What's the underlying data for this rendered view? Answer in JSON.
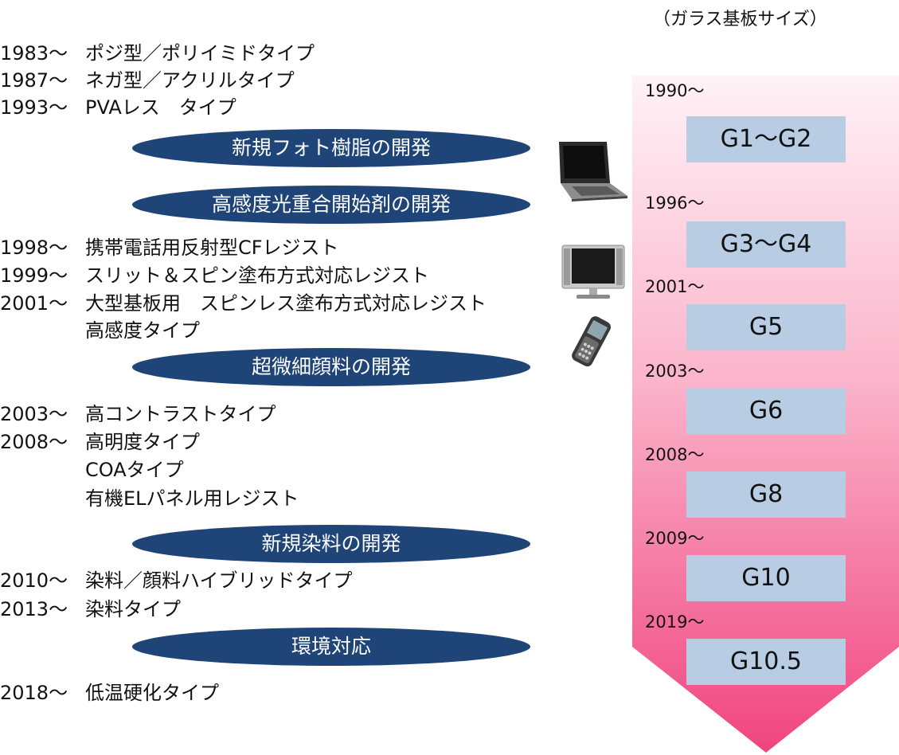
{
  "timeline": [
    {
      "year": "1983～",
      "lines": [
        "ポジ型／ポリイミドタイプ"
      ]
    },
    {
      "year": "1987～",
      "lines": [
        "ネガ型／アクリルタイプ"
      ]
    },
    {
      "year": "1993～",
      "lines": [
        "PVAレス　タイプ"
      ]
    },
    {
      "year": "1998～",
      "lines": [
        "携帯電話用反射型CFレジスト"
      ]
    },
    {
      "year": "1999～",
      "lines": [
        "スリット＆スピン塗布方式対応レジスト"
      ]
    },
    {
      "year": "2001～",
      "lines": [
        "大型基板用　スピンレス塗布方式対応レジスト",
        "高感度タイプ"
      ]
    },
    {
      "year": "2003～",
      "lines": [
        "高コントラストタイプ"
      ]
    },
    {
      "year": "2008～",
      "lines": [
        "高明度タイプ",
        "COAタイプ",
        "有機ELパネル用レジスト"
      ]
    },
    {
      "year": "2010～",
      "lines": [
        "染料／顔料ハイブリッドタイプ"
      ]
    },
    {
      "year": "2013～",
      "lines": [
        "染料タイプ"
      ]
    },
    {
      "year": "2018～",
      "lines": [
        "低温硬化タイプ"
      ]
    }
  ],
  "milestones": [
    "新規フォト樹脂の開発",
    "高感度光重合開始剤の開発",
    "超微細顔料の開発",
    "新規染料の開発",
    "環境対応"
  ],
  "glass": {
    "title": "（ガラス基板サイズ）",
    "generations": [
      {
        "year": "1990～",
        "size": "G1～G2"
      },
      {
        "year": "1996～",
        "size": "G3～G4"
      },
      {
        "year": "2001～",
        "size": "G5"
      },
      {
        "year": "2003～",
        "size": "G6"
      },
      {
        "year": "2008～",
        "size": "G8"
      },
      {
        "year": "2009～",
        "size": "G10"
      },
      {
        "year": "2019～",
        "size": "G10.5"
      }
    ]
  },
  "devices": [
    "laptop-icon",
    "monitor-icon",
    "mobile-phone-icon"
  ],
  "colors": {
    "milestone": "#1f4477",
    "glass_box": "#b8cce4",
    "arrow_top": "#fde6ee",
    "arrow_bottom": "#f0447e"
  }
}
